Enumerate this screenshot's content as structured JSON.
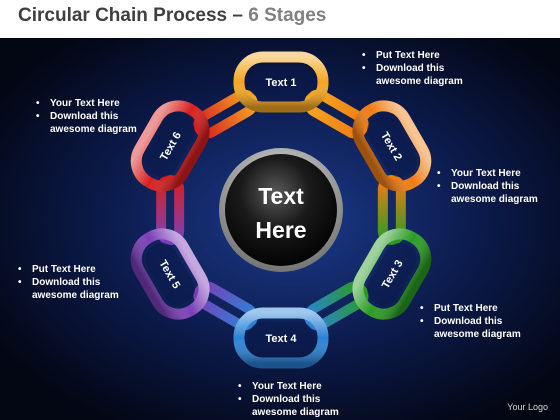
{
  "title": {
    "main": "Circular Chain Process – ",
    "sub": "6 Stages"
  },
  "center": {
    "line1": "Text",
    "line2": "Here"
  },
  "links": [
    {
      "label": "Text 1",
      "color": "#f5a623"
    },
    {
      "label": "Text 2",
      "color": "#f07c12"
    },
    {
      "label": "Text 3",
      "color": "#2a9c22"
    },
    {
      "label": "Text 4",
      "color": "#2b82d6"
    },
    {
      "label": "Text 5",
      "color": "#7b3fb8"
    },
    {
      "label": "Text 6",
      "color": "#d91f1f"
    }
  ],
  "notes": [
    {
      "items": [
        "Put Text Here",
        "Download this awesome diagram"
      ]
    },
    {
      "items": [
        "Your Text Here",
        "Download this awesome diagram"
      ]
    },
    {
      "items": [
        "Put Text Here",
        "Download this awesome diagram"
      ]
    },
    {
      "items": [
        "Your Text Here",
        "Download this awesome diagram"
      ]
    },
    {
      "items": [
        "Put Text Here",
        "Download this awesome diagram"
      ]
    },
    {
      "items": [
        "Your Text Here",
        "Download this awesome diagram"
      ]
    }
  ],
  "logo": "Your Logo",
  "colors": {
    "background_center": "#1c3b8c",
    "background_edge": "#030613",
    "title_main": "#3f3f3f",
    "title_sub": "#808080"
  }
}
